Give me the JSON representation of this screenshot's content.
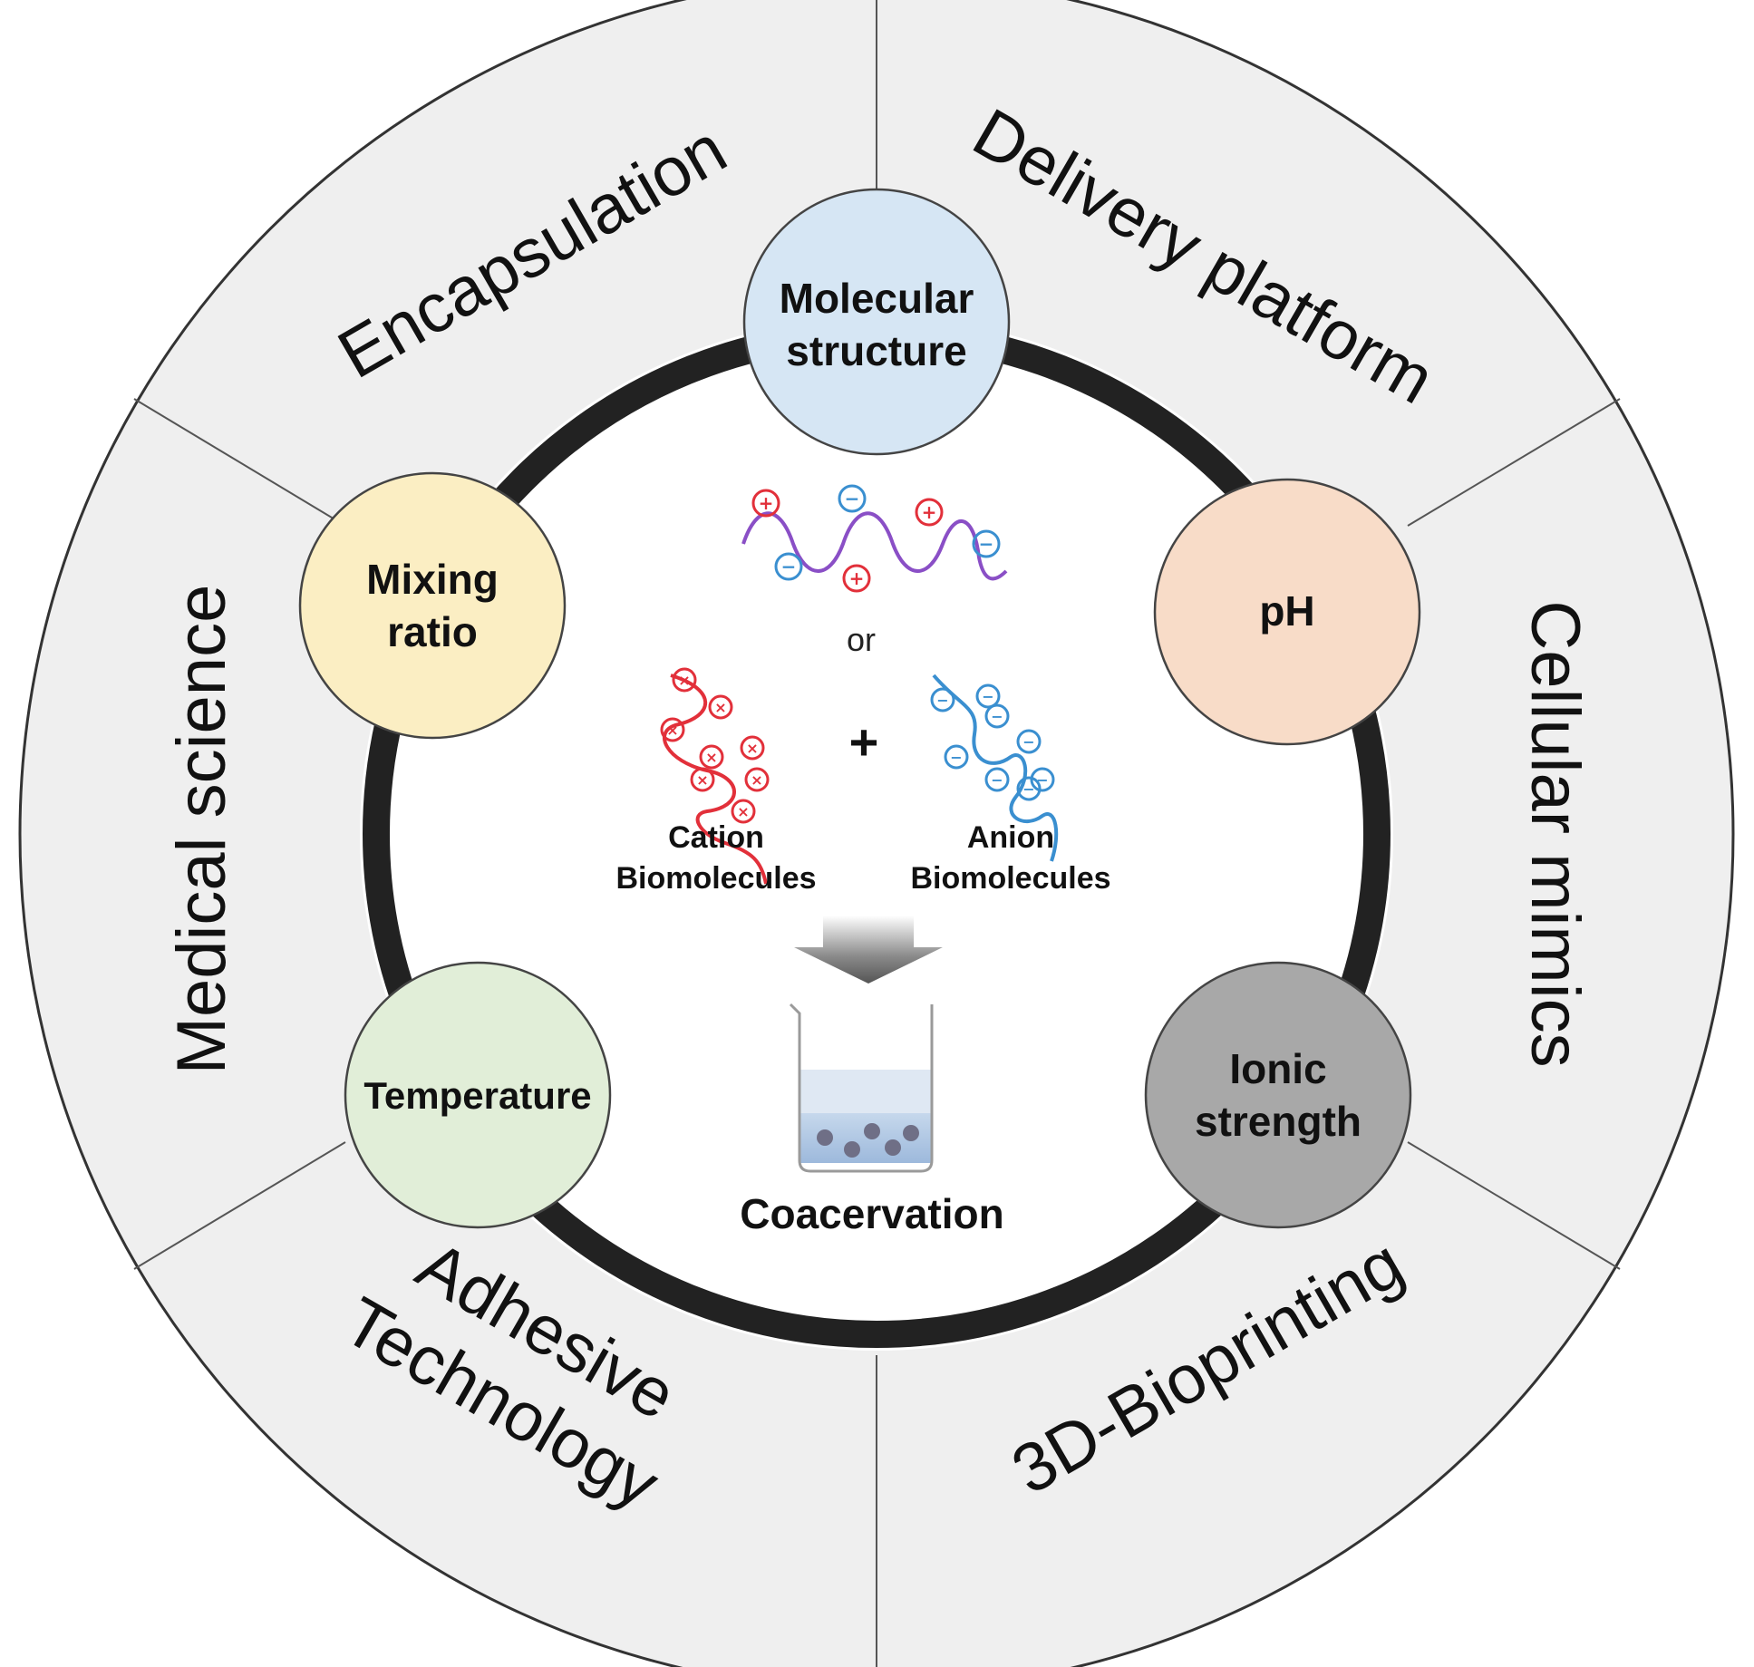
{
  "segments": [
    {
      "label": "Encapsulation"
    },
    {
      "label": "Delivery platform"
    },
    {
      "label": "Cellular mimics"
    },
    {
      "label": "3D-Bioprinting"
    },
    {
      "label": "Adhesive",
      "label2": "Technology"
    },
    {
      "label": "Medical science"
    }
  ],
  "factors": {
    "molecular": {
      "line1": "Molecular",
      "line2": "structure",
      "color": "#d6e6f4"
    },
    "mixing": {
      "line1": "Mixing",
      "line2": "ratio",
      "color": "#fbeec3"
    },
    "ph": {
      "line1": "pH",
      "color": "#f8dcc8"
    },
    "temperature": {
      "line1": "Temperature",
      "color": "#e1eed8"
    },
    "ionic": {
      "line1": "Ionic",
      "line2": "strength",
      "color": "#a8a8a8"
    }
  },
  "center": {
    "or_label": "or",
    "plus_label": "+",
    "cation_line1": "Cation",
    "cation_line2": "Biomolecules",
    "anion_line1": "Anion",
    "anion_line2": "Biomolecules",
    "result_label": "Coacervation",
    "cation_color": "#e2303a",
    "anion_color": "#3a8fd0",
    "mixed_chain_color": "#8a4fc6"
  },
  "colors": {
    "outer_ring": "#efefef",
    "ring_stroke": "#333333",
    "inner_ring": "#222222"
  }
}
